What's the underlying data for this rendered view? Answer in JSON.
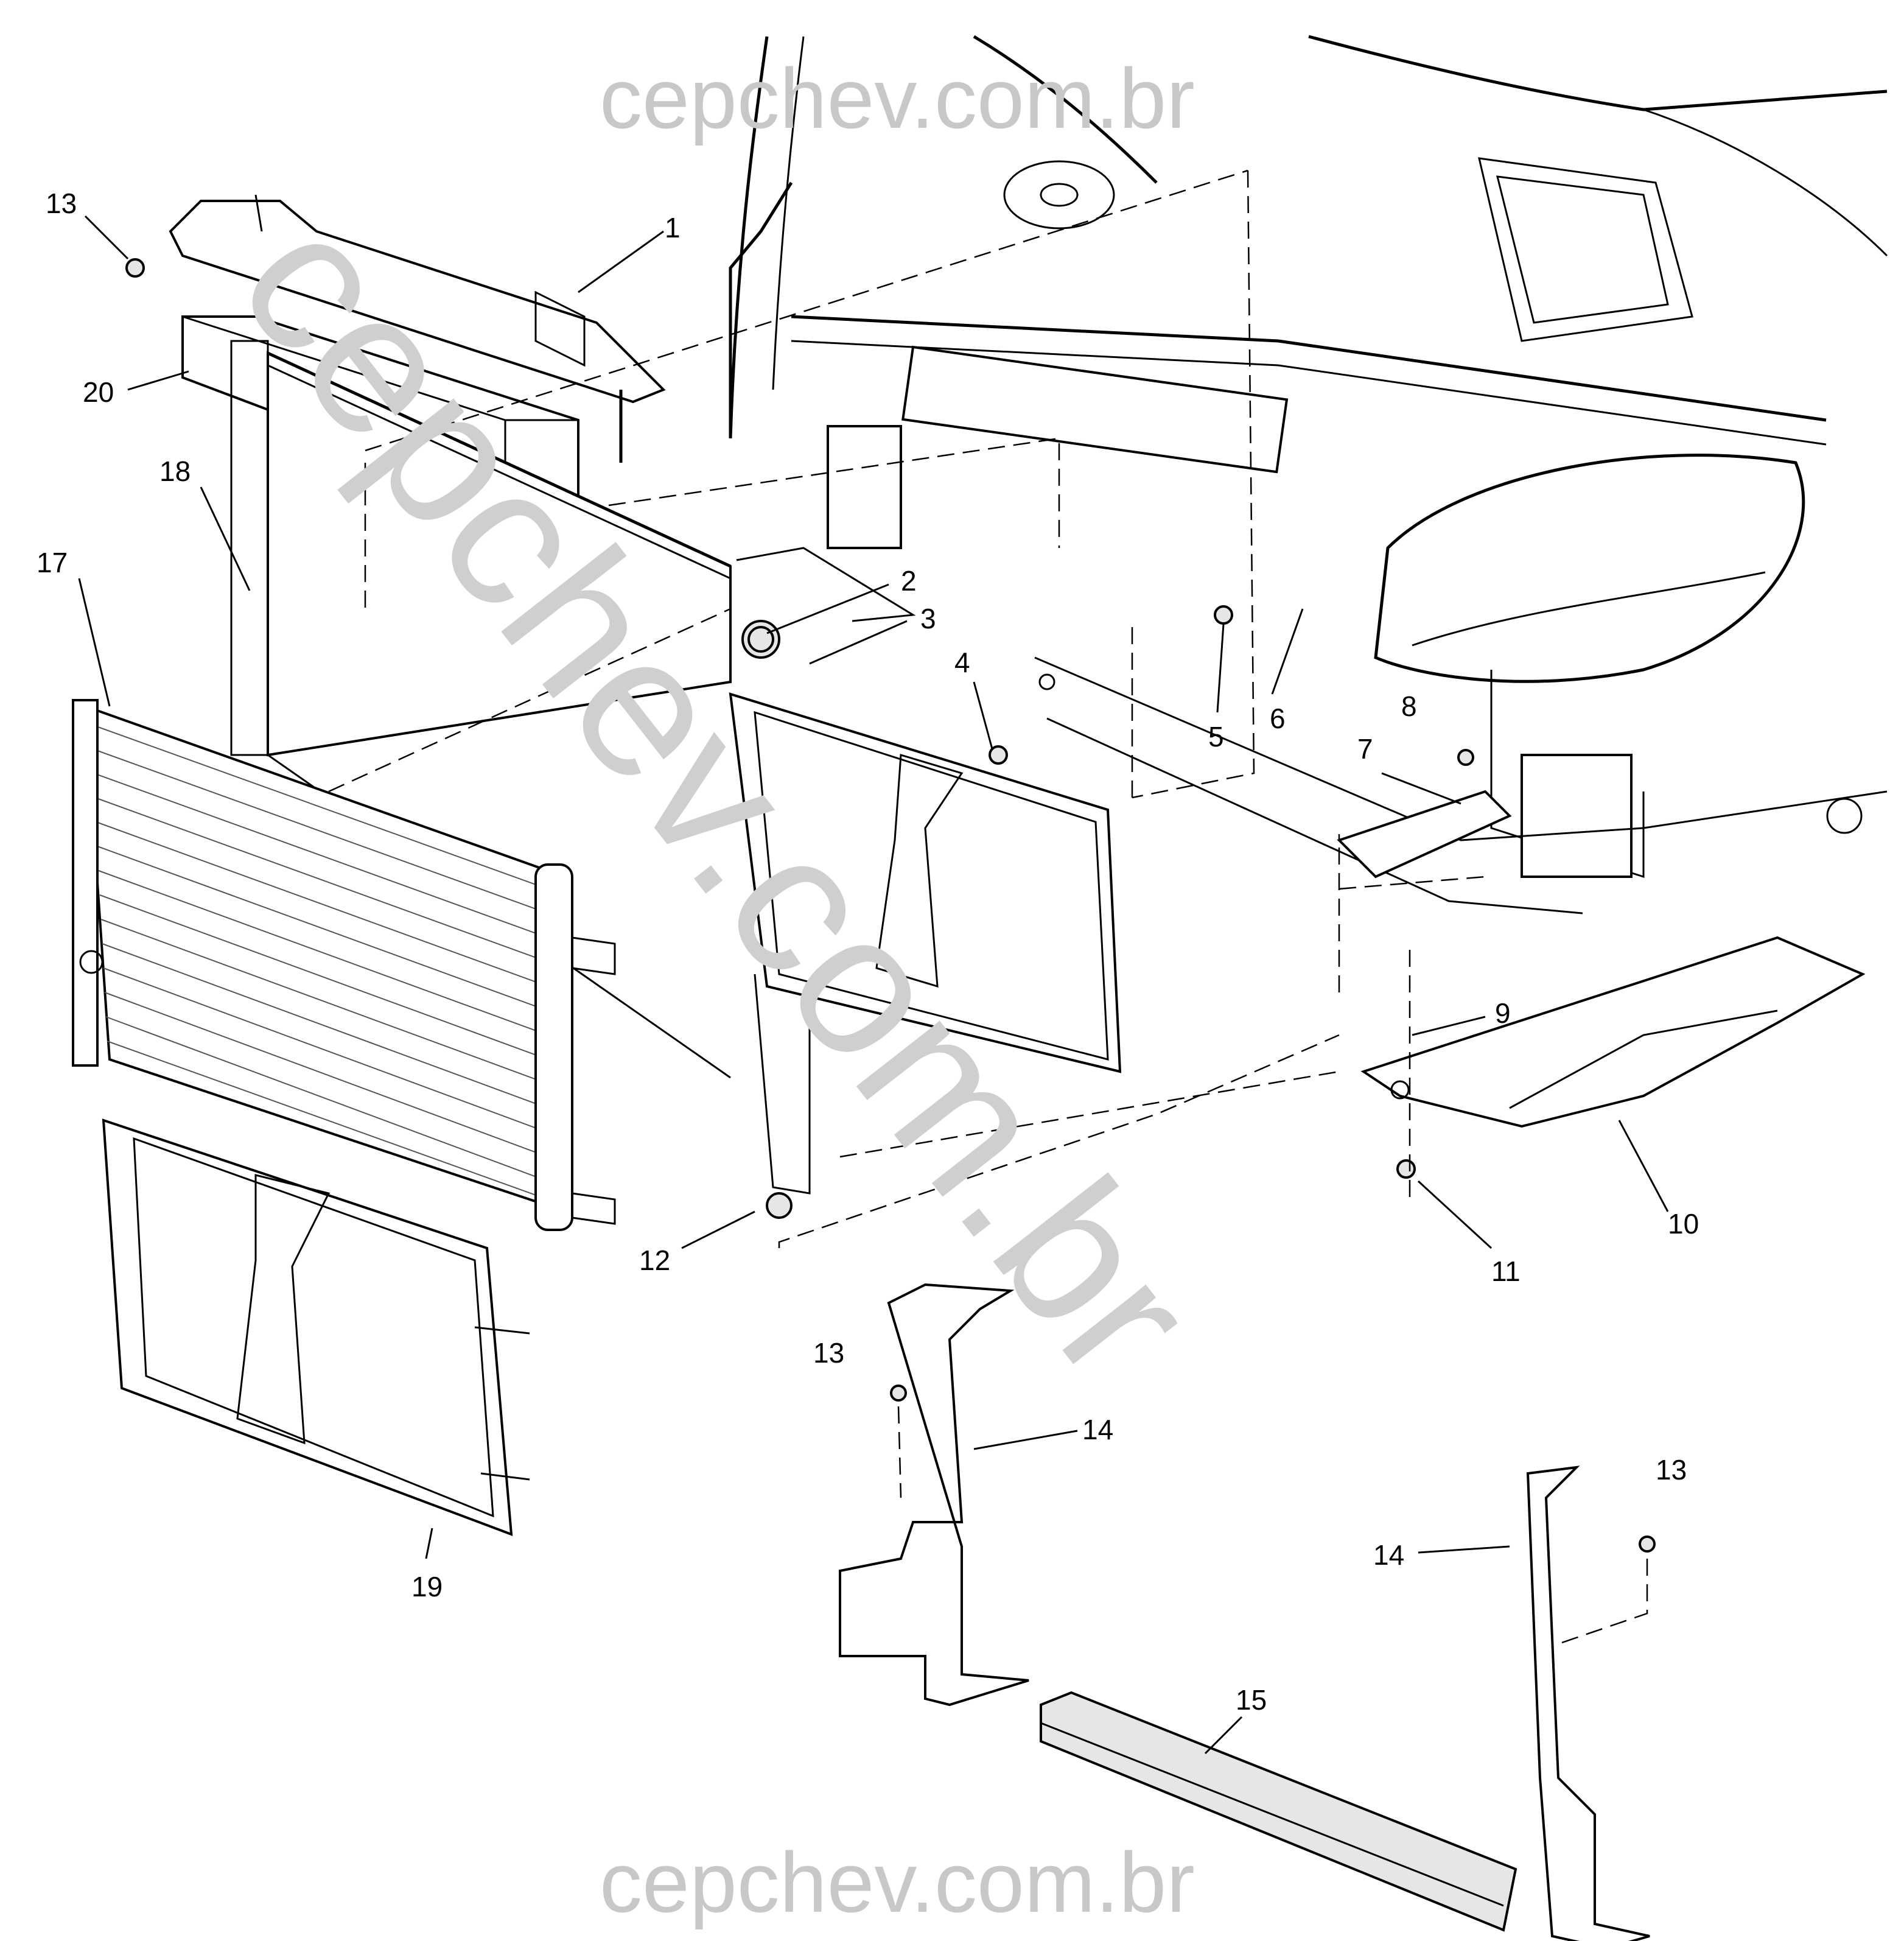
{
  "watermarks": {
    "top": "cepchev.com.br",
    "bottom": "cepchev.com.br",
    "diagonal": "cepchev.com.br"
  },
  "callouts": [
    {
      "id": "c13a",
      "label": "13"
    },
    {
      "id": "c1",
      "label": "1"
    },
    {
      "id": "c20",
      "label": "20"
    },
    {
      "id": "c18",
      "label": "18"
    },
    {
      "id": "c17",
      "label": "17"
    },
    {
      "id": "c2",
      "label": "2"
    },
    {
      "id": "c3",
      "label": "3"
    },
    {
      "id": "c4",
      "label": "4"
    },
    {
      "id": "c5",
      "label": "5"
    },
    {
      "id": "c6",
      "label": "6"
    },
    {
      "id": "c8",
      "label": "8"
    },
    {
      "id": "c7",
      "label": "7"
    },
    {
      "id": "c9",
      "label": "9"
    },
    {
      "id": "c10",
      "label": "10"
    },
    {
      "id": "c11",
      "label": "11"
    },
    {
      "id": "c12",
      "label": "12"
    },
    {
      "id": "c13b",
      "label": "13"
    },
    {
      "id": "c14a",
      "label": "14"
    },
    {
      "id": "c19",
      "label": "19"
    },
    {
      "id": "c13c",
      "label": "13"
    },
    {
      "id": "c14b",
      "label": "14"
    },
    {
      "id": "c15",
      "label": "15"
    }
  ]
}
